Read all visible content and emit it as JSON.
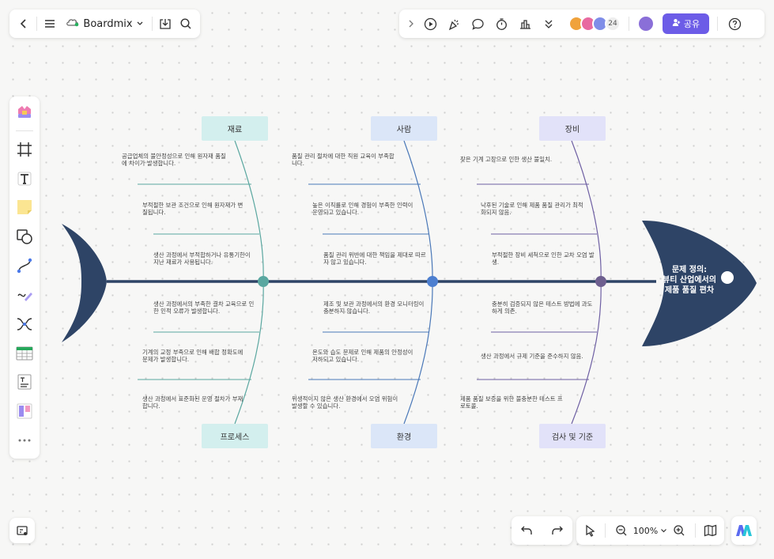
{
  "app": {
    "name": "Boardmix"
  },
  "toolbar_right": {
    "share_label": "공유",
    "collaborator_count": "24"
  },
  "zoom": {
    "level": "100%"
  },
  "fishbone": {
    "problem": {
      "line1": "문제 정의:",
      "line2": "뷰티 산업에서의",
      "line3": "제품 품질 편차"
    },
    "categories": {
      "materials": "재료",
      "people": "사람",
      "equipment": "장비",
      "process": "프로세스",
      "environment": "환경",
      "inspection": "검사 및 기준"
    },
    "causes": {
      "materials_1": "공급업체의 불안정성으로 인해 원자재 품질에 차이가 발생합니다.",
      "materials_2": "부적절한 보관 조건으로 인해 원자재가 변질됩니다.",
      "materials_3": "생산 과정에서 부적합하거나 유통기한이 지난 재료가 사용됩니다.",
      "process_1": "생산 과정에서의 부족한 결차 교육으로 인한 인적 오류가 발생합니다.",
      "process_2": "기계의 교정 부족으로 인해 배합 정확도에 문제가 발생합니다.",
      "process_3": "생산 과정에서 표준화된 운영 절차가 부재합니다.",
      "people_1": "품질 관리 절차에 대한 직원 교육이 부족합니다.",
      "people_2": "높은 이직률로 인해 경험이 부족한 인력이 운영되고 있습니다.",
      "people_3": "품질 관리 위반에 대한 책임을 제대로 따르지 않고 있습니다.",
      "environment_1": "제조 및 보관 과정에서의 환경 모니터링이 충분하지 않습니다.",
      "environment_2": "온도와 습도 문제로 인해 제품의 안정성이 저하되고 있습니다.",
      "environment_3": "위생적이지 않은 생산 환경에서 오염 위험이 발생할 수 있습니다.",
      "equipment_1": "잦은 기계 고장으로 인한 생산 불일치.",
      "equipment_2": "낙후된 기술로 인해 제품 품질 관리가 최적화되지 않음.",
      "equipment_3": "부적절한 장비 세척으로 인한 교차 오염 발생.",
      "inspection_1": "충분히 검증되지 않은 테스트 방법에 과도하게 의존.",
      "inspection_2": "생산 과정에서 규제 기준을 준수하지 않음.",
      "inspection_3": "제품 품질 보증을 위한 불충분한 테스트 프로토콜."
    }
  }
}
